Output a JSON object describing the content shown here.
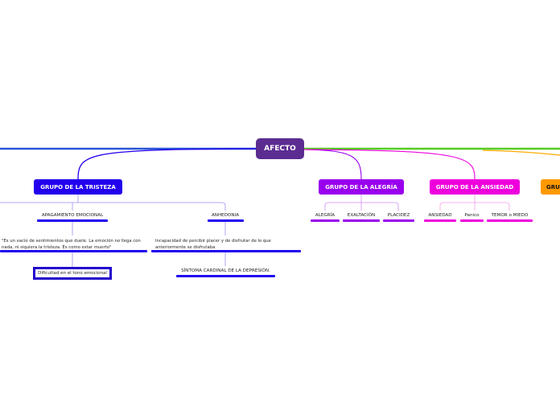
{
  "root": {
    "label": "AFECTO",
    "color": "#5c2d91"
  },
  "groups": {
    "tristeza": {
      "label": "GRUPO DE LA TRISTEZA",
      "color": "#2200ee"
    },
    "alegria": {
      "label": "GRUPO DE LA ALEGRÍA",
      "color": "#9900ee"
    },
    "ansiedad": {
      "label": "GRUPO DE LA ANSIEDAD",
      "color": "#ee00dd"
    },
    "cut": {
      "label": "GRU",
      "color": "#ff9900"
    }
  },
  "tristeza": {
    "apagamiento": "APAGAMIENTO EMOCIONAL",
    "apagamiento_quote": "\"Es un vacío de sentimientos que duele. La emoción no llega con nada, ni siquiera la tristeza. Es como estar muerto\"",
    "dificultad": "Dificultad en el tono emocional",
    "anhedonia": "ANHEDONIA",
    "anhedonia_def": "Incapacidad de percibir placer y de disfrutar de lo que anteriormente se disfrutaba",
    "sintoma": "SÍNTOMA CARDINAL DE LA DEPRESIÓN."
  },
  "alegria": {
    "items": [
      "ALEGRÍA",
      "EXALTACIÓN",
      "PLACIDEZ"
    ]
  },
  "ansiedad": {
    "items": [
      "ANSIEDAD",
      "Panico",
      "TEMOR o MIEDO"
    ]
  }
}
